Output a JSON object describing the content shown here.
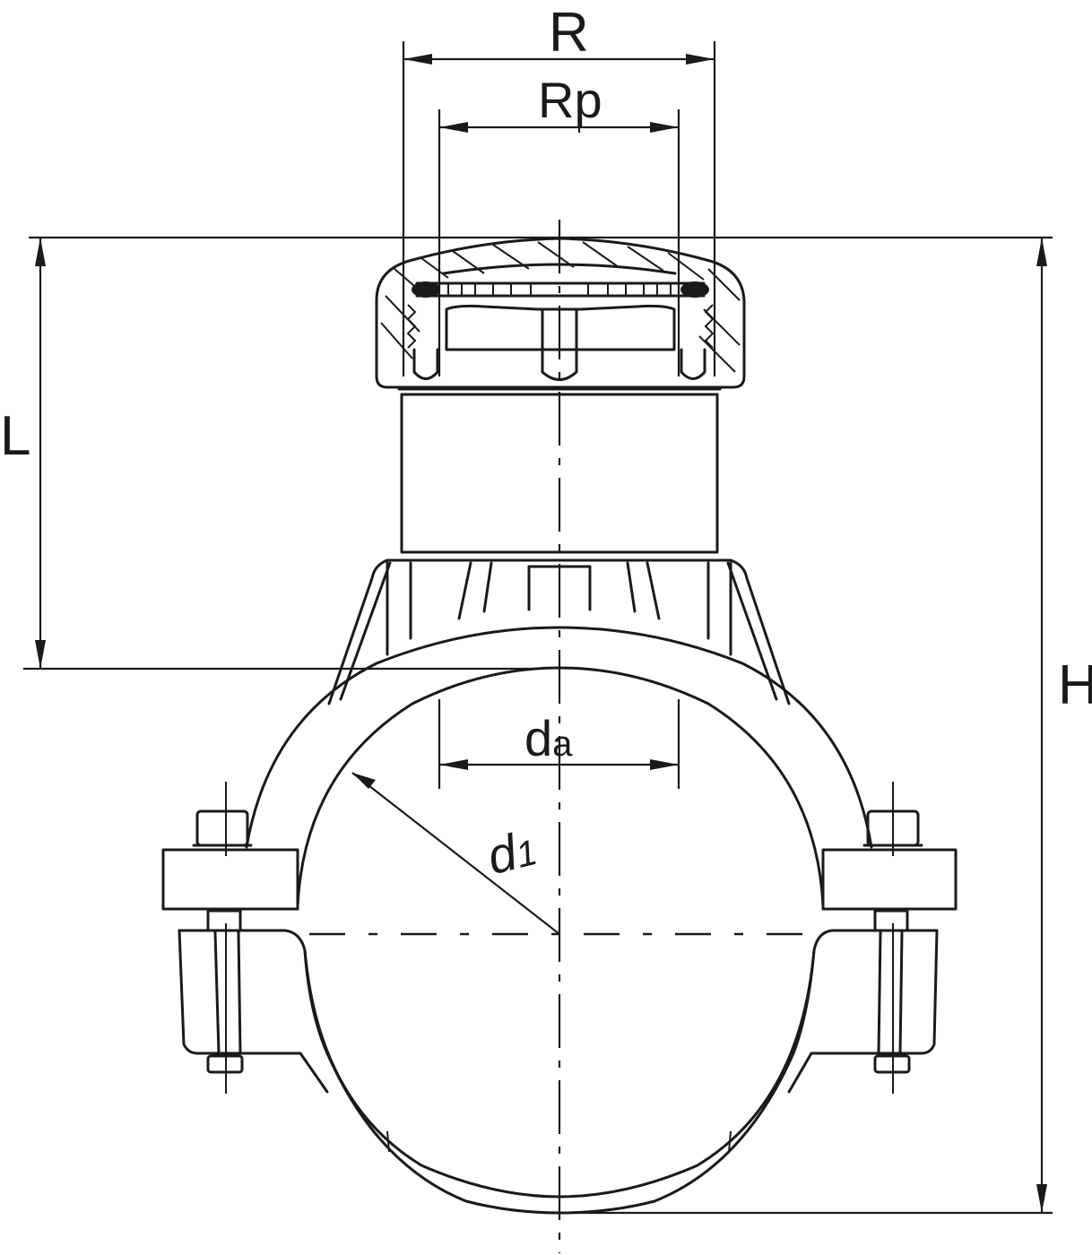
{
  "drawing": {
    "subject": "Tapping saddle with cap (sectioned)",
    "line_color": "#1a1a1a",
    "background_color": "#ffffff"
  },
  "dimensions": {
    "R": {
      "label": "R",
      "description": "outer thread diameter of outlet"
    },
    "Rp": {
      "label": "Rp",
      "description": "inner thread diameter"
    },
    "L": {
      "label": "L",
      "description": "outlet height above pipe top"
    },
    "H": {
      "label": "H",
      "description": "overall height"
    },
    "da": {
      "label": "d",
      "subscript": "a",
      "description": "outlet bore diameter"
    },
    "d1": {
      "label": "d",
      "subscript": "1",
      "description": "pipe outer diameter (radius leader)"
    }
  }
}
